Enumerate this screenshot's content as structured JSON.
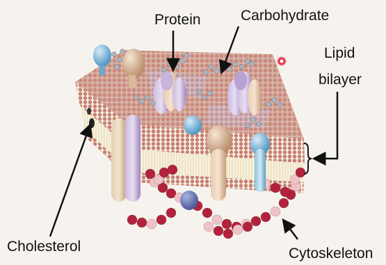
{
  "labels": {
    "protein": "Protein",
    "carbohydrate": "Carbohydrate",
    "lipid_bilayer_line1": "Lipid",
    "lipid_bilayer_line2": "bilayer",
    "cholesterol": "Cholesterol",
    "cytoskeleton": "Cytoskeleton"
  },
  "colors": {
    "background": "#f6f3ee",
    "lipid_head": "#c98a7c",
    "lipid_head_alt": "#b9a3c0",
    "lipid_tail": "#f3ecd0",
    "protein_tan": "#d9b99a",
    "protein_lilac": "#b9a6cf",
    "protein_blue": "#7fb6d6",
    "carbohydrate": "#a8b4bf",
    "cytoskeleton_red": "#b3223c",
    "cytoskeleton_pink": "#f0c2c8",
    "arrow": "#111111"
  }
}
